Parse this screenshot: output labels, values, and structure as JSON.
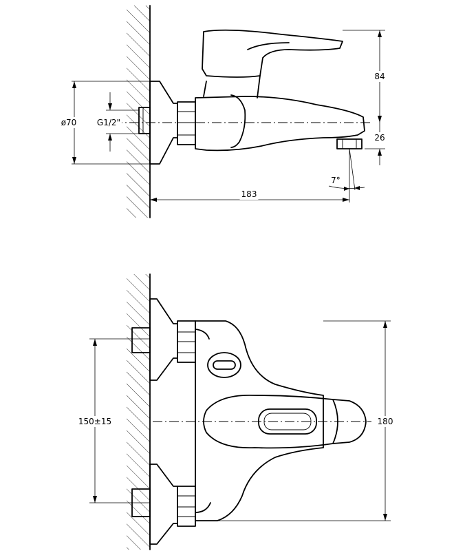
{
  "side_view": {
    "diameter_label": "ø70",
    "thread_label": "G1/2\"",
    "height_label": "84",
    "spout_label": "26",
    "angle_label": "7°",
    "length_label": "183"
  },
  "front_view": {
    "spacing_label": "150±15",
    "height_label": "180"
  }
}
